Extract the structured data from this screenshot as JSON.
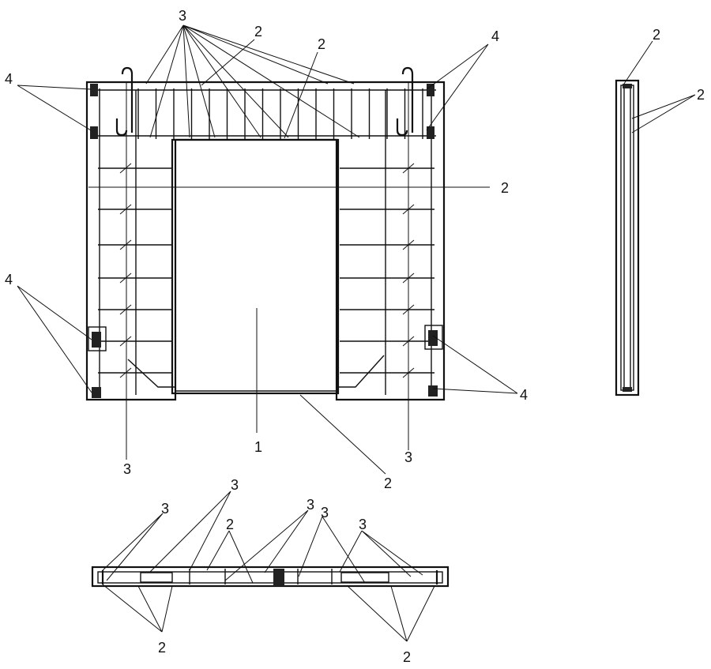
{
  "figure": {
    "labels": {
      "front_top_3": "3",
      "front_top_2a": "2",
      "front_top_2b": "2",
      "front_left_4_top": "4",
      "front_right_4_top": "4",
      "front_mid_2": "2",
      "front_left_4_bottom": "4",
      "front_right_4_bottom": "4",
      "front_left_3": "3",
      "front_right_3": "3",
      "front_opening_1": "1",
      "front_bottom_2": "2",
      "side_2a": "2",
      "side_2b": "2",
      "plan_3a": "3",
      "plan_3b": "3",
      "plan_3c": "3",
      "plan_3d": "3",
      "plan_3e": "3",
      "plan_2_top": "2",
      "plan_2_left": "2",
      "plan_2_right": "2"
    }
  }
}
